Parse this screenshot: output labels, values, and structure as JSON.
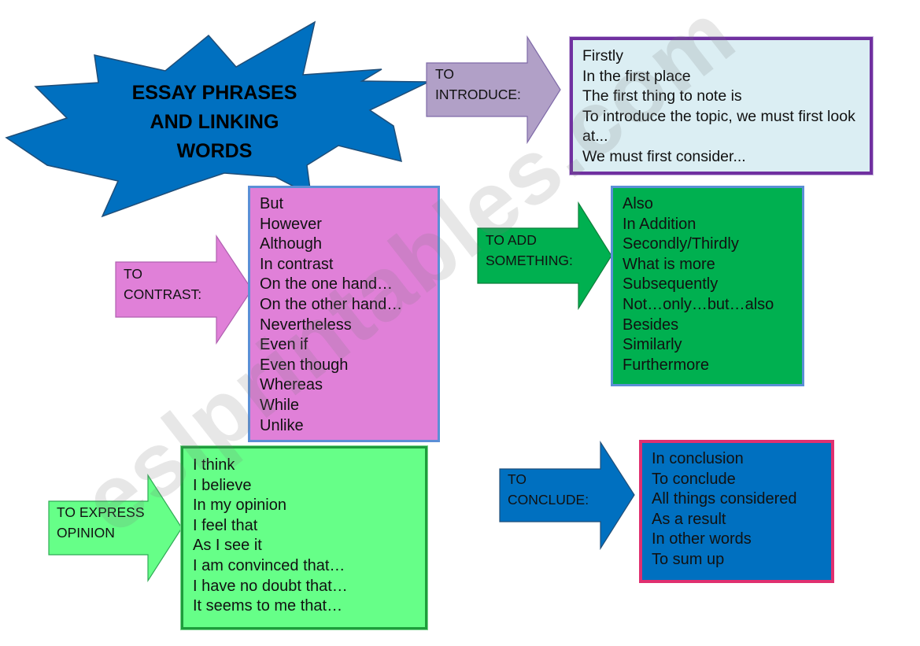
{
  "title": {
    "lines": [
      "ESSAY PHRASES",
      "AND LINKING",
      "WORDS"
    ]
  },
  "watermark": "eslprintables.com",
  "colors": {
    "starburst": "#0070c0",
    "introduce_arrow": "#b1a0c7",
    "contrast_arrow": "#e080d8",
    "add_arrow": "#00b050",
    "opinion_arrow": "#66ff88",
    "conclude_arrow": "#0070c0"
  },
  "sections": {
    "introduce": {
      "label": [
        "TO",
        "INTRODUCE:"
      ],
      "items": [
        "Firstly",
        "In the first place",
        "The first thing to note is",
        "To introduce the topic, we must first look at...",
        "We must first consider..."
      ]
    },
    "contrast": {
      "label": [
        "TO",
        "CONTRAST:"
      ],
      "items": [
        "But",
        "However",
        "Although",
        "In contrast",
        "On the one hand…",
        "On the other hand…",
        "Nevertheless",
        "Even if",
        "Even though",
        "Whereas",
        "While",
        "Unlike"
      ]
    },
    "add": {
      "label": [
        "TO ADD",
        "SOMETHING:"
      ],
      "items": [
        "Also",
        "In Addition",
        "Secondly/Thirdly",
        "What is more",
        "Subsequently",
        "Not…only…but…also",
        "Besides",
        "Similarly",
        "Furthermore"
      ]
    },
    "opinion": {
      "label": [
        "TO EXPRESS",
        "OPINION"
      ],
      "items": [
        "I think",
        "I believe",
        "In my opinion",
        "I feel that",
        "As I see it",
        "I am convinced that…",
        "I have no doubt that…",
        "It seems to me that…"
      ]
    },
    "conclude": {
      "label": [
        "TO",
        "CONCLUDE:"
      ],
      "items": [
        "In conclusion",
        "To conclude",
        "All things considered",
        "As a result",
        "In other words",
        "To sum up"
      ]
    }
  }
}
